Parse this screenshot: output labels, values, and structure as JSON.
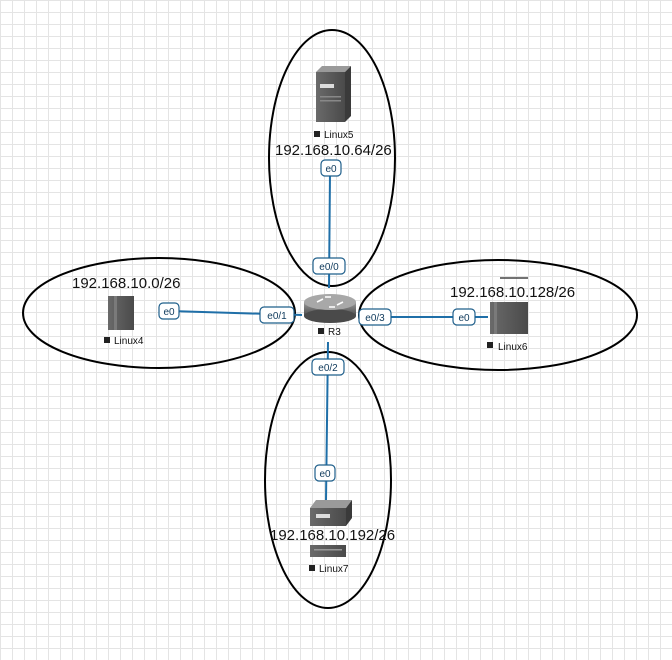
{
  "diagram": {
    "colors": {
      "link": "#1f6fa8",
      "zone": "#000000",
      "device": "#5a5a5a"
    },
    "subnets": {
      "top": "192.168.10.64/26",
      "left": "192.168.10.0/26",
      "right": "192.168.10.128/26",
      "bottom": "192.168.10.192/26"
    },
    "nodes": {
      "router": {
        "label": "R3",
        "icon": "router-icon"
      },
      "linux5": {
        "label": "Linux5",
        "icon": "server-icon"
      },
      "linux4": {
        "label": "Linux4",
        "icon": "host-icon"
      },
      "linux6": {
        "label": "Linux6",
        "icon": "host-icon"
      },
      "linux7": {
        "label": "Linux7",
        "icon": "server-icon"
      }
    },
    "interfaces": {
      "r3_e00": "e0/0",
      "r3_e01": "e0/1",
      "r3_e02": "e0/2",
      "r3_e03": "e0/3",
      "linux5_e0": "e0",
      "linux4_e0": "e0",
      "linux6_e0": "e0",
      "linux7_e0": "e0"
    }
  }
}
